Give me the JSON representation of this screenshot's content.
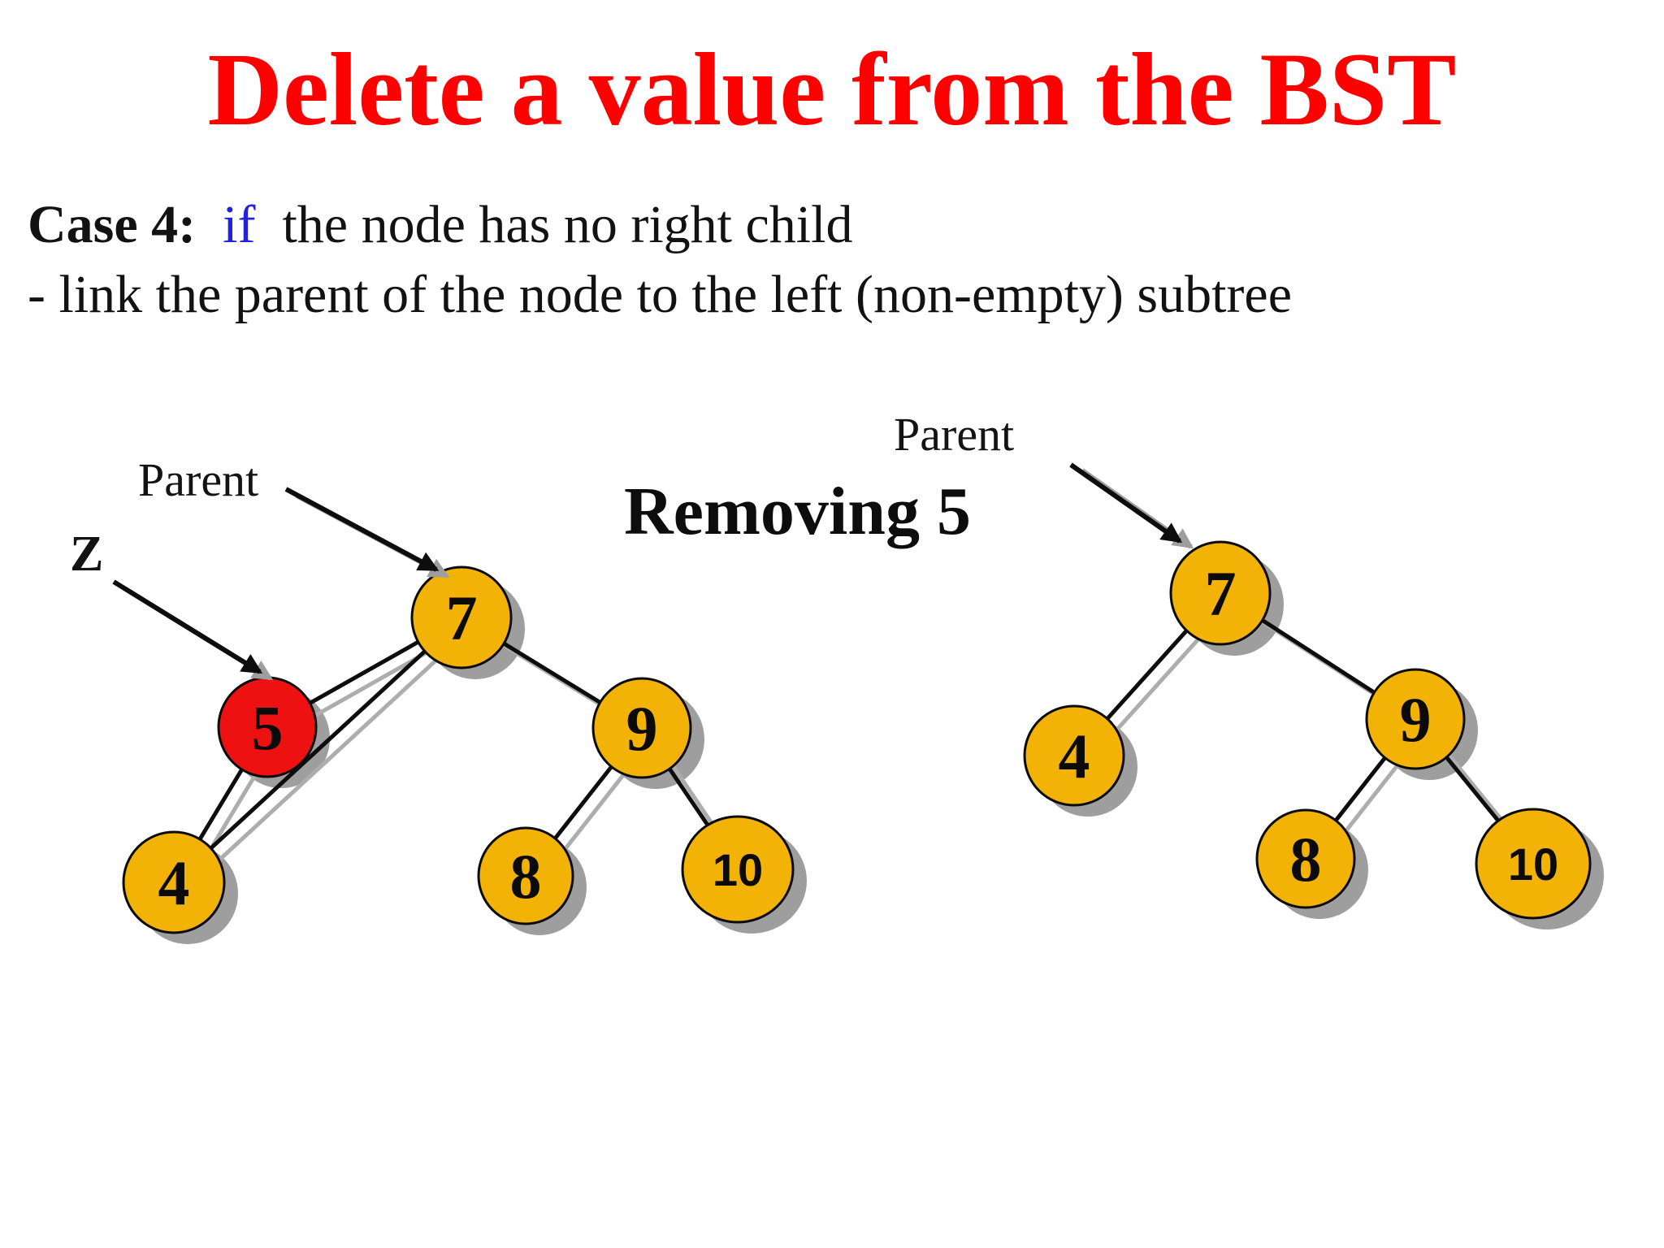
{
  "slide": {
    "title": "Delete a value from the BST",
    "case4": {
      "label": "Case 4:",
      "keyword": "if",
      "condition": "the node has no right child",
      "action": "- link the parent of the node to the left (non-empty) subtree"
    },
    "removing": "Removing 5"
  },
  "colors": {
    "title_red": "#FD0000",
    "keyword_blue": "#2222DD",
    "node_fill_gold": "#F2B306",
    "node_fill_highlight_red": "#EE1111",
    "node_border": "#0b0b0b",
    "drop_shadow_gray": "#9E9E9E",
    "edge_black": "#0d0d0d",
    "edge_shadow_gray": "#ADADAD"
  },
  "before_tree": {
    "parent_label": "Parent",
    "z_label": "Z",
    "nodes": {
      "n7": "7",
      "n5": "5",
      "n4": "4",
      "n9": "9",
      "n8": "8",
      "n10": "10"
    }
  },
  "after_tree": {
    "parent_label": "Parent",
    "nodes": {
      "n7": "7",
      "n4": "4",
      "n9": "9",
      "n8": "8",
      "n10": "10"
    }
  }
}
